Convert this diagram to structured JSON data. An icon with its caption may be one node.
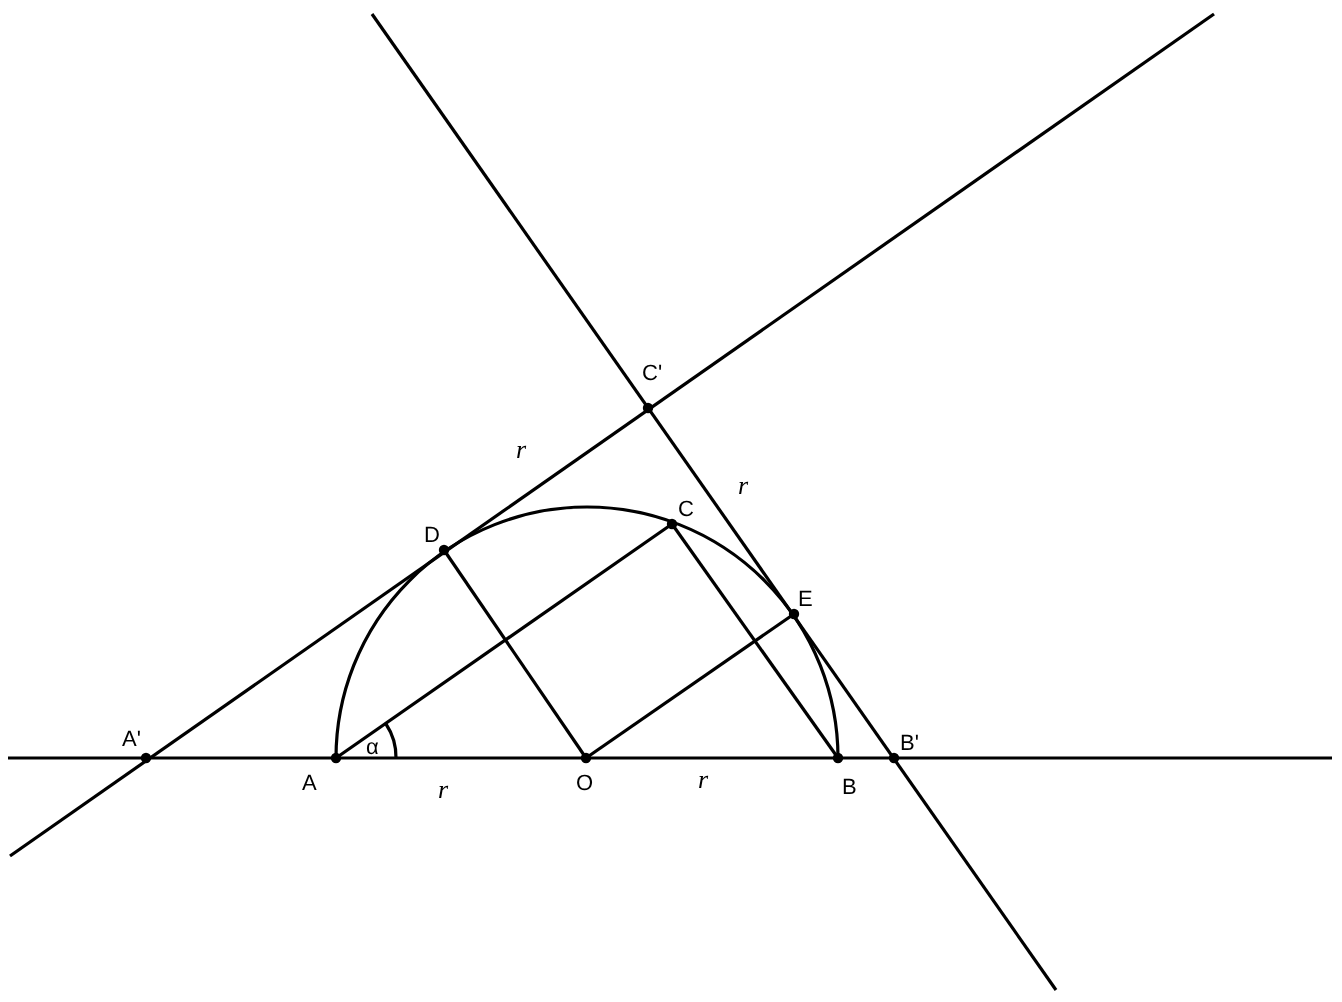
{
  "diagram": {
    "labels": [
      "C'",
      "r",
      "r",
      "D",
      "C",
      "E",
      "A'",
      "A",
      "α",
      "O",
      "B",
      "B'",
      "r",
      "r"
    ]
  }
}
